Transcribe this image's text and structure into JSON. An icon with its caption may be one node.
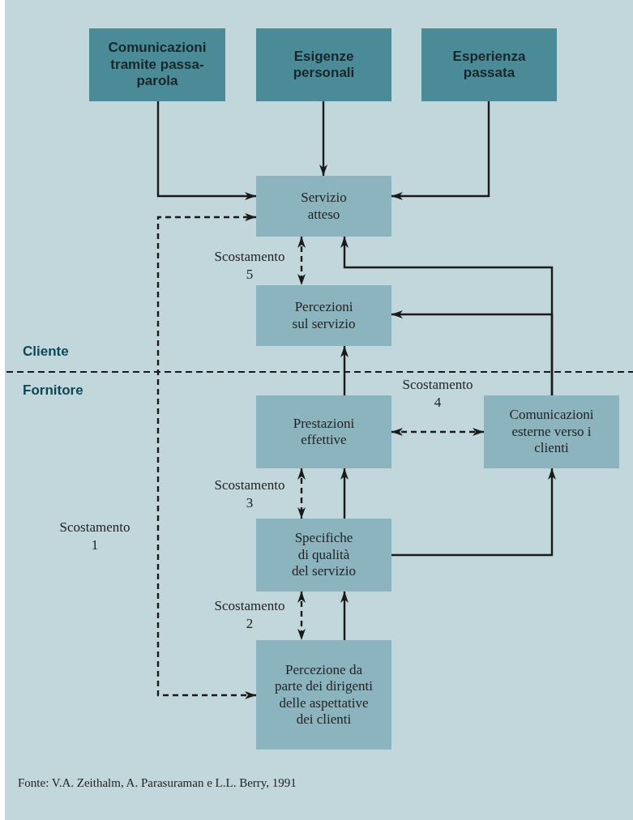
{
  "diagram": {
    "caption": "Fonte: V.A. Zeithalm, A. Parasuraman e L.L. Berry, 1991",
    "nodes": [
      {
        "text": [
          "Comunicazioni tramite passa-parola"
        ]
      },
      {
        "text": [
          "Esigenze personali"
        ]
      },
      {
        "text": [
          "Esperienza passata"
        ]
      },
      {
        "text": [
          "Servizio atteso"
        ]
      },
      {
        "text": [
          "Percezioni sul servizio"
        ]
      },
      {
        "text": [
          "Prestazioni effettive"
        ]
      },
      {
        "text": [
          "Comunicazioni esterne verso i clienti"
        ]
      },
      {
        "text": [
          "Specifiche di qualità del servizio"
        ]
      },
      {
        "text": [
          "Percezione da parte dei dirigenti delle aspettative dei clienti"
        ]
      }
    ],
    "edges": [
      {
        "from": 0,
        "to": 3,
        "arrow": "to"
      },
      {
        "from": 1,
        "to": 3,
        "arrow": "to"
      },
      {
        "from": 2,
        "to": 3,
        "arrow": "to"
      },
      {
        "from": 8,
        "to": 3,
        "arrow": "both",
        "style": "dashed",
        "label": "Scostamento 1"
      },
      {
        "from": 3,
        "to": 4,
        "arrow": "both",
        "style": "dashed",
        "label": "Scostamento 5"
      },
      {
        "from": 5,
        "to": 4,
        "arrow": "to"
      },
      {
        "from": 6,
        "to": 3,
        "arrow": "to"
      },
      {
        "from": 6,
        "to": 4,
        "arrow": "to"
      },
      {
        "from": 5,
        "to": 6,
        "arrow": "both",
        "style": "dashed",
        "label": "Scostamento 4"
      },
      {
        "from": 5,
        "to": 7,
        "arrow": "both",
        "style": "dashed",
        "label": "Scostamento 3"
      },
      {
        "from": 7,
        "to": 5,
        "arrow": "to"
      },
      {
        "from": 7,
        "to": 6,
        "arrow": "to"
      },
      {
        "from": 7,
        "to": 8,
        "arrow": "both",
        "style": "dashed",
        "label": "Scostamento 2"
      },
      {
        "from": 8,
        "to": 7,
        "arrow": "to"
      }
    ],
    "labels": [
      "Cliente",
      "Fornitore"
    ]
  }
}
